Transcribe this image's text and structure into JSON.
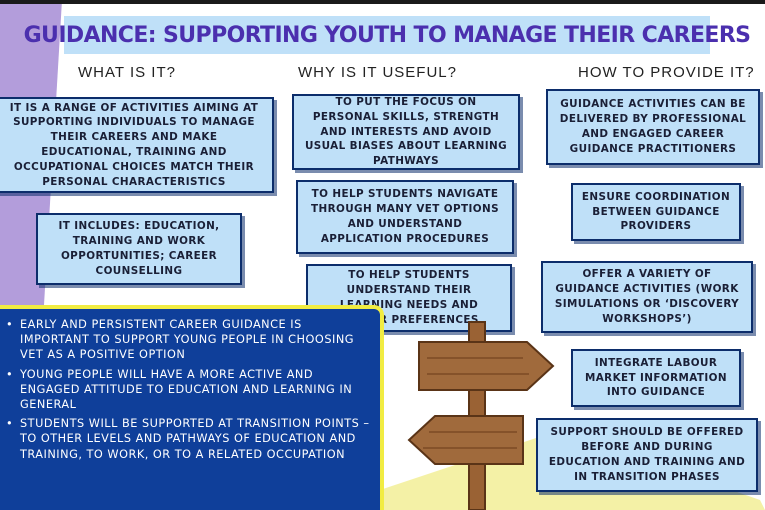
{
  "title": "GUIDANCE: SUPPORTING YOUTH TO MANAGE THEIR CAREERS",
  "columns": {
    "what": {
      "heading": "WHAT IS IT?",
      "cards": [
        "IT IS A RANGE OF ACTIVITIES AIMING AT SUPPORTING INDIVIDUALS TO MANAGE THEIR CAREERS AND MAKE EDUCATIONAL, TRAINING AND OCCUPATIONAL CHOICES MATCH THEIR PERSONAL CHARACTERISTICS",
        "IT INCLUDES: EDUCATION, TRAINING AND WORK OPPORTUNITIES; CAREER COUNSELLING"
      ]
    },
    "why": {
      "heading": "WHY IS IT USEFUL?",
      "cards": [
        "TO PUT THE FOCUS ON PERSONAL SKILLS, STRENGTH AND INTERESTS AND AVOID USUAL BIASES ABOUT LEARNING PATHWAYS",
        "TO HELP STUDENTS NAVIGATE THROUGH MANY VET OPTIONS AND UNDERSTAND APPLICATION PROCEDURES",
        "TO HELP STUDENTS UNDERSTAND THEIR LEARNING NEEDS AND CAREER PREFERENCES"
      ]
    },
    "how": {
      "heading": "HOW TO PROVIDE IT?",
      "cards": [
        "GUIDANCE ACTIVITIES CAN BE DELIVERED BY PROFESSIONAL AND ENGAGED CAREER GUIDANCE PRACTITIONERS",
        "ENSURE COORDINATION BETWEEN GUIDANCE PROVIDERS",
        "OFFER A VARIETY OF GUIDANCE ACTIVITIES (WORK SIMULATIONS OR ‘DISCOVERY WORKSHOPS’)",
        "INTEGRATE LABOUR MARKET INFORMATION INTO GUIDANCE",
        "SUPPORT SHOULD BE OFFERED BEFORE AND DURING EDUCATION AND TRAINING AND IN TRANSITION PHASES"
      ]
    }
  },
  "bullets": [
    "EARLY AND PERSISTENT CAREER GUIDANCE IS IMPORTANT TO SUPPORT YOUNG PEOPLE IN CHOOSING VET AS A POSITIVE OPTION",
    "YOUNG PEOPLE WILL HAVE A MORE ACTIVE AND ENGAGED ATTITUDE TO EDUCATION AND LEARNING IN GENERAL",
    "STUDENTS WILL BE SUPPORTED AT TRANSITION POINTS – TO OTHER LEVELS AND PATHWAYS OF EDUCATION AND TRAINING, TO WORK, OR TO A RELATED OCCUPATION"
  ],
  "bullet_glyph": "•",
  "colors": {
    "title_text": "#4b2fae",
    "card_fill": "#bfe0f8",
    "card_border": "#0c2d6b",
    "panel_fill": "#0f3f9a",
    "panel_border": "#f1ec42",
    "left_stripe": "#b39ddb",
    "bottom_wedge": "#f4f1a6",
    "signpost_wood": "#a06a3c"
  },
  "icons": [
    "signpost-icon"
  ]
}
